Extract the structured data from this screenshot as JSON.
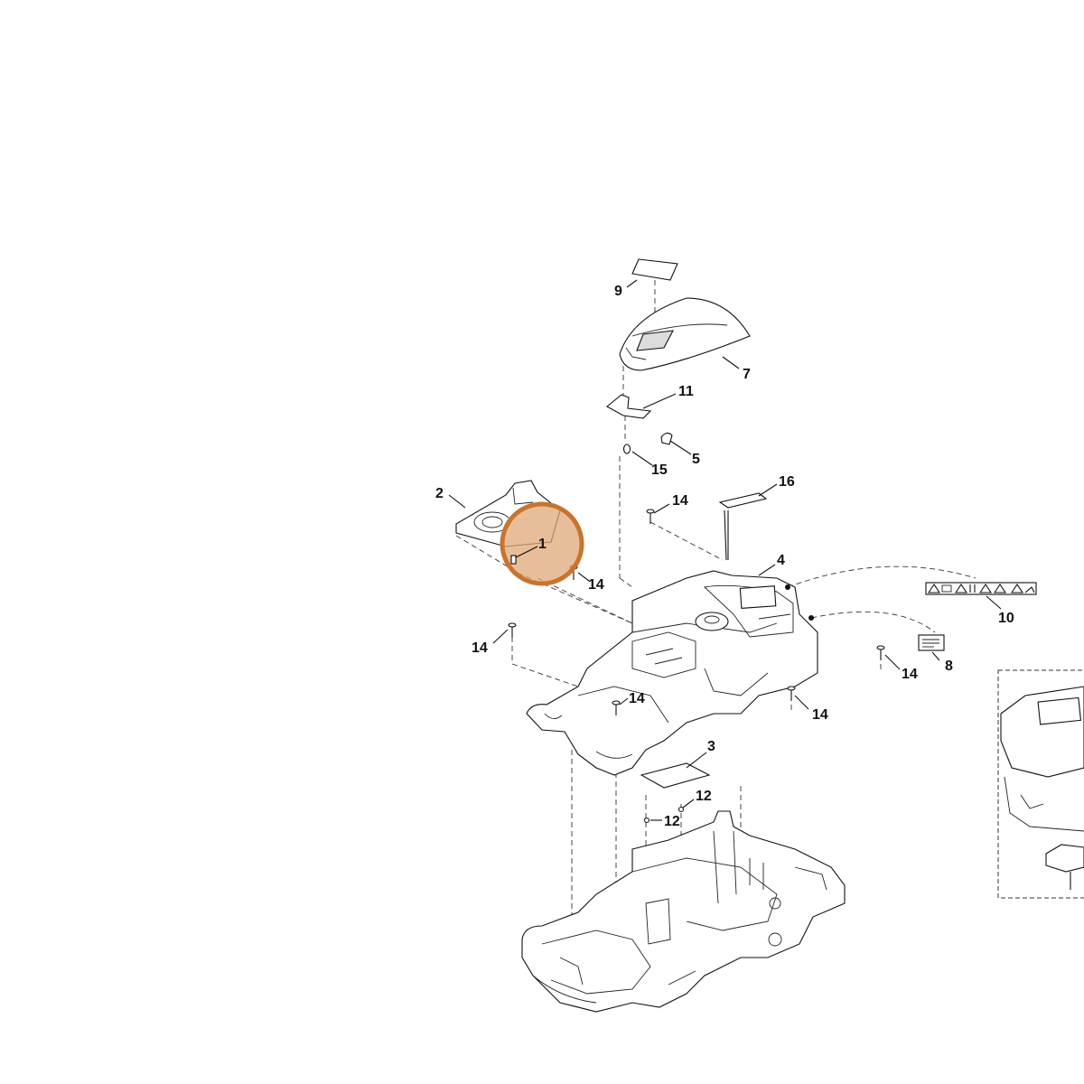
{
  "diagram": {
    "part_labels": [
      "1",
      "2",
      "3",
      "4",
      "5",
      "7",
      "8",
      "9",
      "10",
      "11",
      "12",
      "12",
      "14",
      "14",
      "14",
      "14",
      "14",
      "14",
      "14",
      "15",
      "16"
    ],
    "highlight_color": "#E0A878",
    "highlight_ring_color": "#C8742E",
    "line_color": "#111111"
  }
}
